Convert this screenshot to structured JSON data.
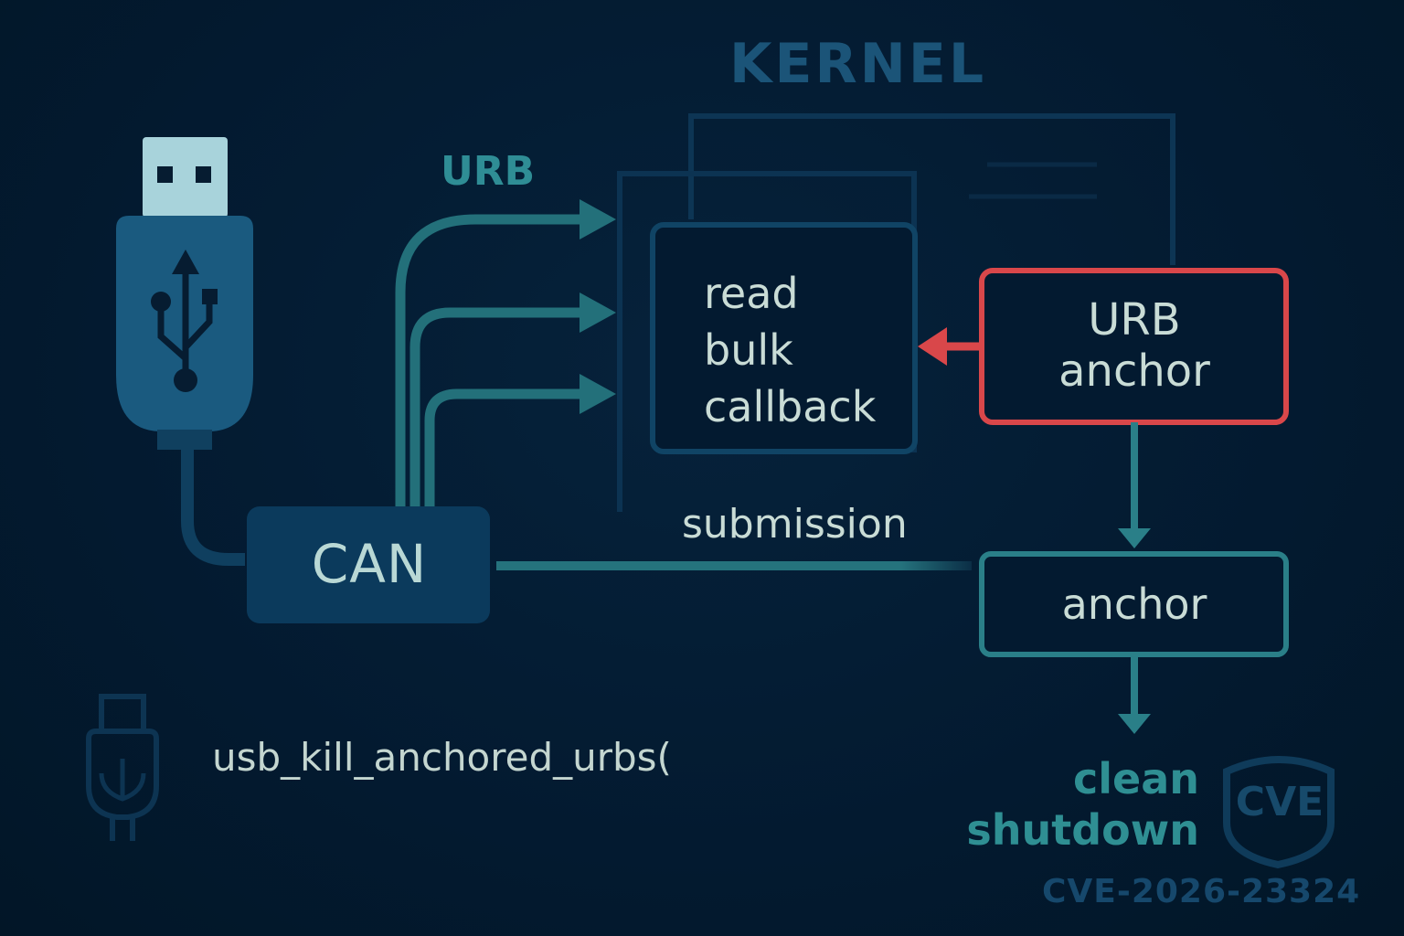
{
  "title": "KERNEL",
  "labels": {
    "urb": "URB",
    "read_bulk_callback": [
      "read",
      "bulk",
      "callback"
    ],
    "urb_anchor": [
      "URB",
      "anchor"
    ],
    "submission": "submission",
    "can": "CAN",
    "anchor": "anchor",
    "function_call": "usb_kill_anchored_urbs(",
    "clean_shutdown": [
      "clean",
      "shutdown"
    ],
    "cve_badge": "CVE",
    "cve_id": "CVE-2026-23324"
  },
  "icons": {
    "usb_plug": "usb-plug-icon",
    "usb_symbol": "usb-trident-icon",
    "usb_ghost": "usb-outline-icon",
    "shield": "shield-icon"
  },
  "colors": {
    "background": "#031a30",
    "teal": "#2a7f88",
    "steel_blue": "#134a6b",
    "alert_red": "#d9474a",
    "text_light": "#c9dcd6"
  }
}
